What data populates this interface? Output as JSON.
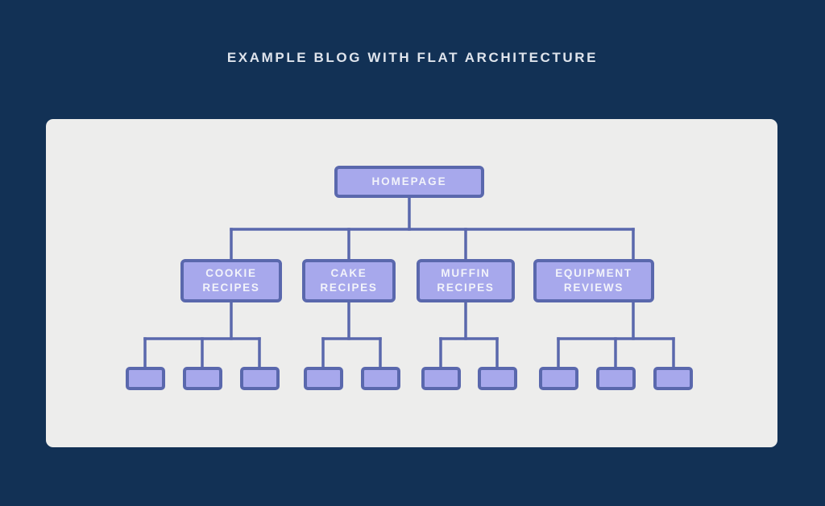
{
  "page": {
    "title": "EXAMPLE BLOG WITH FLAT ARCHITECTURE",
    "background_color": "#123155",
    "panel_color": "#ededec",
    "title_color": "#dfe4ec"
  },
  "theme": {
    "node_fill": "#a7a8ec",
    "node_border": "#5a68ad",
    "node_text": "#f2f3fa",
    "connector_color": "#5a68ad"
  },
  "chart_data": {
    "type": "diagram",
    "diagram_type": "tree",
    "title": "EXAMPLE BLOG WITH FLAT ARCHITECTURE",
    "levels": 3,
    "orientation": "top-down",
    "nodes": [
      {
        "id": "homepage",
        "label": "HOMEPAGE",
        "level": 0,
        "parent": null
      },
      {
        "id": "cookie",
        "label": "COOKIE RECIPES",
        "level": 1,
        "parent": "homepage"
      },
      {
        "id": "cake",
        "label": "CAKE RECIPES",
        "level": 1,
        "parent": "homepage"
      },
      {
        "id": "muffin",
        "label": "MUFFIN RECIPES",
        "level": 1,
        "parent": "homepage"
      },
      {
        "id": "equipment",
        "label": "EQUIPMENT REVIEWS",
        "level": 1,
        "parent": "homepage"
      },
      {
        "id": "cookie-1",
        "label": "",
        "level": 2,
        "parent": "cookie"
      },
      {
        "id": "cookie-2",
        "label": "",
        "level": 2,
        "parent": "cookie"
      },
      {
        "id": "cookie-3",
        "label": "",
        "level": 2,
        "parent": "cookie"
      },
      {
        "id": "cake-1",
        "label": "",
        "level": 2,
        "parent": "cake"
      },
      {
        "id": "cake-2",
        "label": "",
        "level": 2,
        "parent": "cake"
      },
      {
        "id": "muffin-1",
        "label": "",
        "level": 2,
        "parent": "muffin"
      },
      {
        "id": "muffin-2",
        "label": "",
        "level": 2,
        "parent": "muffin"
      },
      {
        "id": "equipment-1",
        "label": "",
        "level": 2,
        "parent": "equipment"
      },
      {
        "id": "equipment-2",
        "label": "",
        "level": 2,
        "parent": "equipment"
      },
      {
        "id": "equipment-3",
        "label": "",
        "level": 2,
        "parent": "equipment"
      }
    ],
    "leaf_counts": {
      "cookie": 3,
      "cake": 2,
      "muffin": 2,
      "equipment": 3
    },
    "total_nodes": 15
  },
  "nodes": {
    "root": {
      "label": "HOMEPAGE"
    },
    "branches": [
      {
        "label_line1": "COOKIE",
        "label_line2": "RECIPES"
      },
      {
        "label_line1": "CAKE",
        "label_line2": "RECIPES"
      },
      {
        "label_line1": "MUFFIN",
        "label_line2": "RECIPES"
      },
      {
        "label_line1": "EQUIPMENT",
        "label_line2": "REVIEWS"
      }
    ]
  }
}
